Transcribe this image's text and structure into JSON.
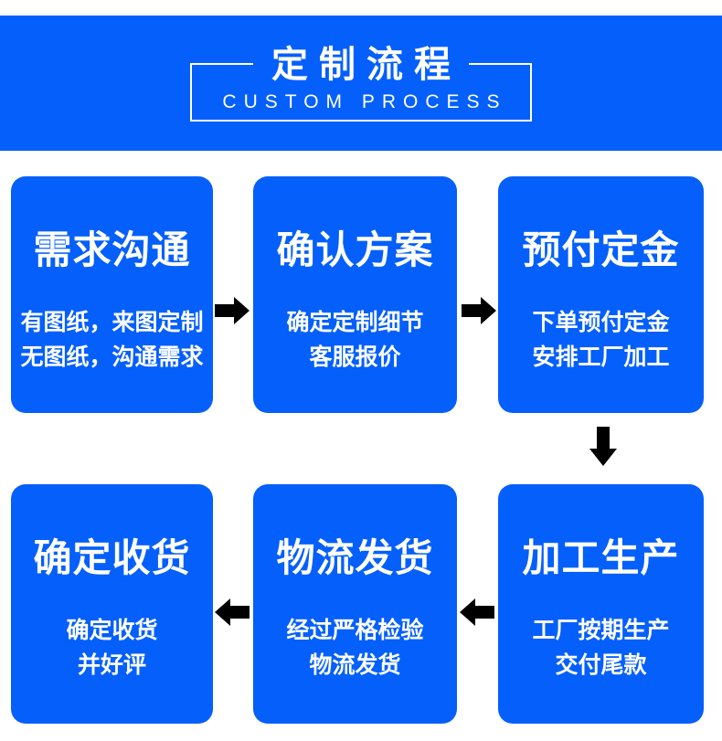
{
  "theme": {
    "primary_blue": "#045FFB",
    "arrow_color": "#000000",
    "text_color": "#ffffff",
    "background_color": "#ffffff"
  },
  "header": {
    "title": "定制流程",
    "subtitle": "CUSTOM PROCESS"
  },
  "steps": [
    {
      "title": "需求沟通",
      "lines": [
        "有图纸，来图定制",
        "无图纸，沟通需求"
      ]
    },
    {
      "title": "确认方案",
      "lines": [
        "确定定制细节",
        "客服报价"
      ]
    },
    {
      "title": "预付定金",
      "lines": [
        "下单预付定金",
        "安排工厂加工"
      ]
    },
    {
      "title": "加工生产",
      "lines": [
        "工厂按期生产",
        "交付尾款"
      ]
    },
    {
      "title": "物流发货",
      "lines": [
        "经过严格检验",
        "物流发货"
      ]
    },
    {
      "title": "确定收货",
      "lines": [
        "确定收货",
        "并好评"
      ]
    }
  ],
  "arrows": [
    {
      "name": "step1-to-step2",
      "direction": "right"
    },
    {
      "name": "step2-to-step3",
      "direction": "right"
    },
    {
      "name": "step3-to-step4",
      "direction": "down"
    },
    {
      "name": "step4-to-step5",
      "direction": "left"
    },
    {
      "name": "step5-to-step6",
      "direction": "left"
    }
  ]
}
